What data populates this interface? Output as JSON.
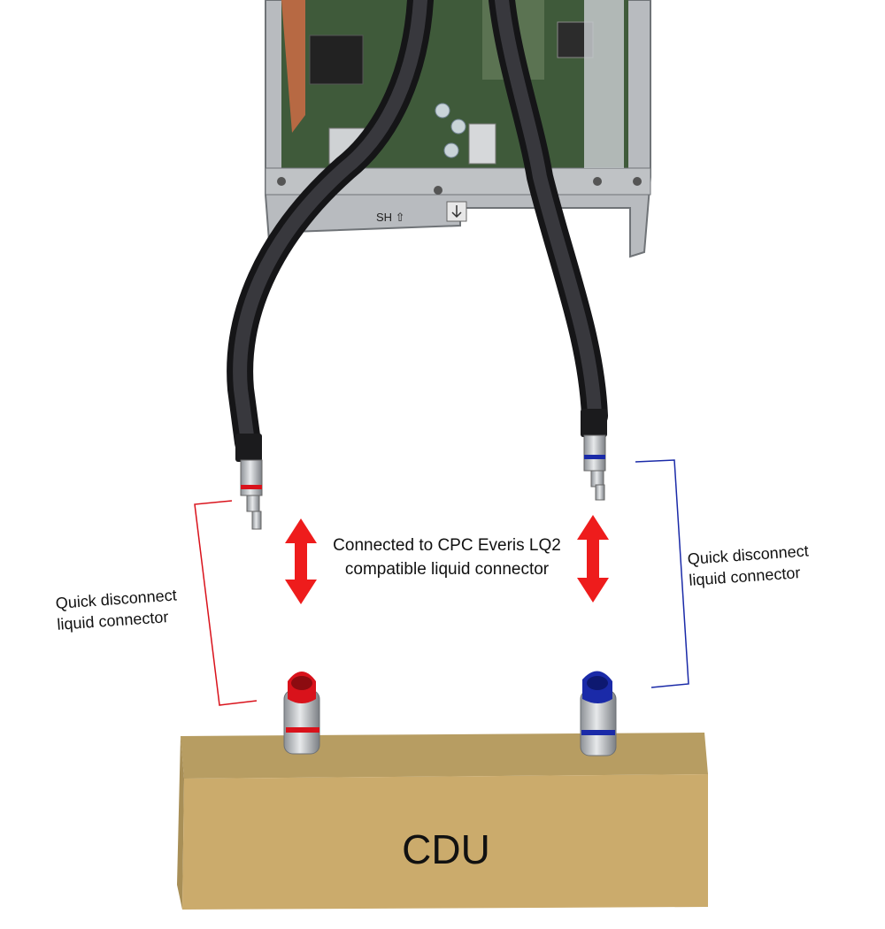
{
  "labels": {
    "center_line1": "Connected to CPC Everis LQ2",
    "center_line2": "compatible liquid connector",
    "left_line1": "Quick disconnect",
    "left_line2": "liquid connector",
    "right_line1": "Quick disconnect",
    "right_line2": "liquid connector",
    "cdu": "CDU",
    "chassis_fragment": "SH ⇧"
  },
  "colors": {
    "supply": "#d9121b",
    "return": "#1a2aa8",
    "arrow": "#ee1c1c",
    "cdu_top": "#b79d62",
    "cdu_front": "#cbab6c",
    "cdu_side": "#a88f57",
    "hose": "#2b2b2e",
    "pcb": "#3f5a3a",
    "chassis": "#a9adb1"
  },
  "icons": [
    "double-headed-arrow-icon",
    "double-headed-arrow-icon"
  ]
}
